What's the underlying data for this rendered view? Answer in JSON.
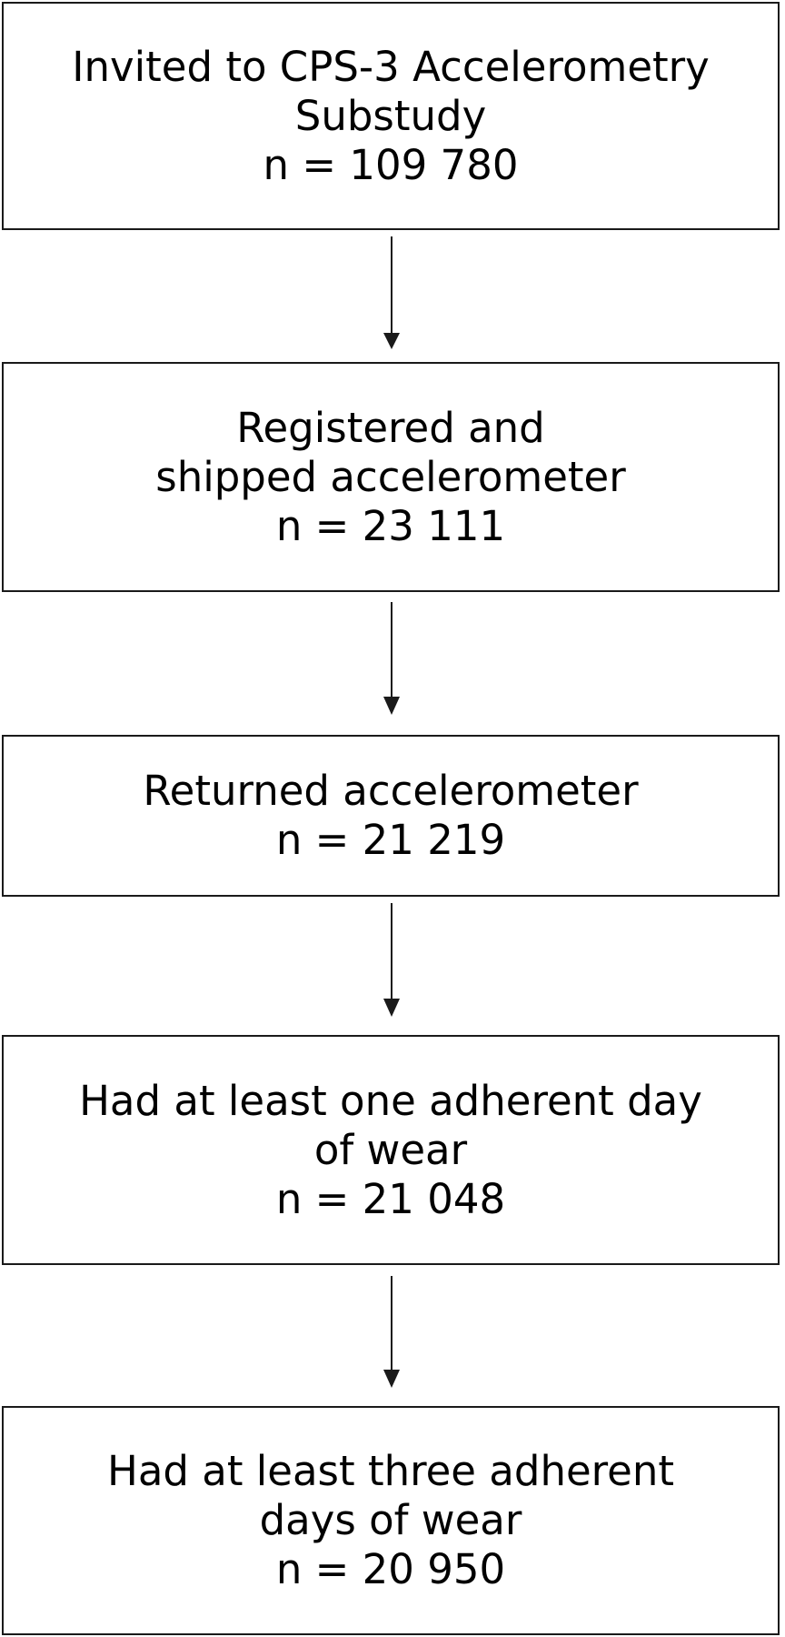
{
  "flowchart": {
    "steps": [
      {
        "id": "invited",
        "lines": [
          "Invited to CPS-3 Accelerometry",
          "Substudy",
          "n = 109 780"
        ]
      },
      {
        "id": "registered",
        "lines": [
          "Registered and",
          "shipped accelerometer",
          "n = 23 111"
        ]
      },
      {
        "id": "returned",
        "lines": [
          "Returned accelerometer",
          "n = 21 219"
        ]
      },
      {
        "id": "one-day",
        "lines": [
          "Had at least one adherent day",
          "of wear",
          "n = 21 048"
        ]
      },
      {
        "id": "three-days",
        "lines": [
          "Had at least three adherent",
          "days of wear",
          "n = 20 950"
        ]
      }
    ]
  },
  "colors": {
    "border": "#1a1a1a",
    "arrow": "#1a1a1a",
    "background": "#ffffff"
  }
}
